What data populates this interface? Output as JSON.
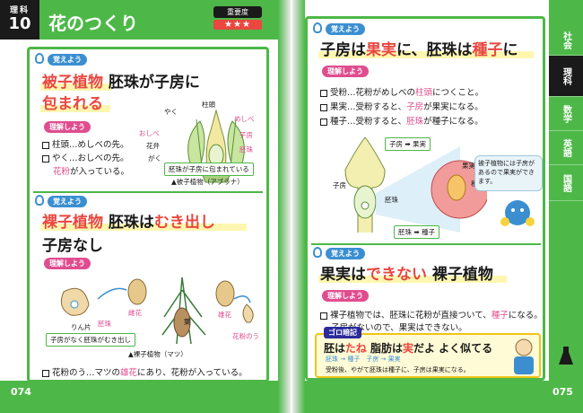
{
  "left_page": {
    "header": {
      "subject": "理科",
      "chapter_number": "10",
      "title": "花のつくり",
      "importance_label": "重要度",
      "importance_stars": "★★★"
    },
    "section1": {
      "remember_badge": "覚えよう",
      "keyword": "被子植物",
      "phrase_part1": "胚珠が子房に",
      "phrase_part2": "包まれる",
      "understand_badge": "理解しよう",
      "items": [
        {
          "text": "柱頭…めしべの先。"
        },
        {
          "text": "やく…おしべの先。"
        },
        {
          "prefix": "",
          "highlight": "花粉",
          "suffix": "が入っている。"
        }
      ],
      "diagram_labels": {
        "yaku": "やく",
        "chuto": "柱頭",
        "meshibe": "めしべ",
        "oshibe": "おしべ",
        "kaben": "花弁",
        "gaku": "がく",
        "shibo": "子房",
        "haishu": "胚珠"
      },
      "callout": "胚珠が子房に包まれている",
      "caption": "▲被子植物（アブラナ）"
    },
    "section2": {
      "remember_badge": "覚えよう",
      "keyword": "裸子植物",
      "phrase_mid": "胚珠は",
      "phrase_red": "むき出し",
      "line2": "子房なし",
      "understand_badge": "理解しよう",
      "diagram_labels": {
        "rinpen": "りん片",
        "haishu": "胚珠",
        "shika": "雌花",
        "yuka": "雄花",
        "ha": "葉",
        "kafunnou": "花粉のう"
      },
      "callout": "子房がなく胚珠がむき出し",
      "caption": "▲裸子植物（マツ）",
      "note_prefix": "花粉のう…マツの",
      "note_highlight": "雄花",
      "note_suffix": "にあり、花粉が入っている。"
    },
    "page_number": "074"
  },
  "right_page": {
    "section1": {
      "remember_badge": "覚えよう",
      "line_p1": "子房は",
      "line_red1": "果実",
      "line_p2": "に、胚珠は",
      "line_red2": "種子",
      "line_p3": "に",
      "understand_badge": "理解しよう",
      "items": [
        {
          "prefix": "受粉…花粉がめしべの",
          "highlight": "柱頭",
          "suffix": "につくこと。"
        },
        {
          "prefix": "果実…受粉すると、",
          "highlight": "子房",
          "suffix": "が果実になる。"
        },
        {
          "prefix": "種子…受粉すると、",
          "highlight": "胚珠",
          "suffix": "が種子になる。"
        }
      ],
      "diagram_labels": {
        "shibo_arrow": "子房 ➡ 果実",
        "shibo": "子房",
        "kajitsu": "果実",
        "shushi": "種子",
        "haishu": "胚珠",
        "haishu_arrow": "胚珠 ➡ 種子"
      },
      "bubble": "被子植物には子房があるので果実ができます。"
    },
    "section2": {
      "remember_badge": "覚えよう",
      "line_p1": "果実は",
      "line_red": "できない",
      "line_p2": "裸子植物",
      "understand_badge": "理解しよう",
      "items": [
        {
          "prefix": "裸子植物では、胚珠に花粉が直接ついて、",
          "highlight": "種子",
          "suffix": "になる。"
        },
        {
          "prefix": "子房がないので、果実はできない。",
          "highlight": "",
          "suffix": ""
        }
      ]
    },
    "goro": {
      "label": "ゴロ暗記",
      "line_p1": "胚は",
      "line_red1": "たね",
      "line_p2": "脂肪は",
      "line_red2": "実",
      "line_p3": "だよ よく似てる",
      "sub_left": "胚珠 → 種子",
      "sub_right": "子房 → 果実",
      "explanation": "受粉後、やがて胚珠は種子に、子房は果実になる。"
    },
    "tabs": [
      "社会",
      "理科",
      "数学",
      "英語",
      "国語"
    ],
    "active_tab": "理科",
    "page_number": "075"
  },
  "colors": {
    "green": "#4db848",
    "red": "#e9473f",
    "magenta": "#e04d8f",
    "blue": "#3b8fd1",
    "yellow_highlight": "#fff7b0"
  }
}
